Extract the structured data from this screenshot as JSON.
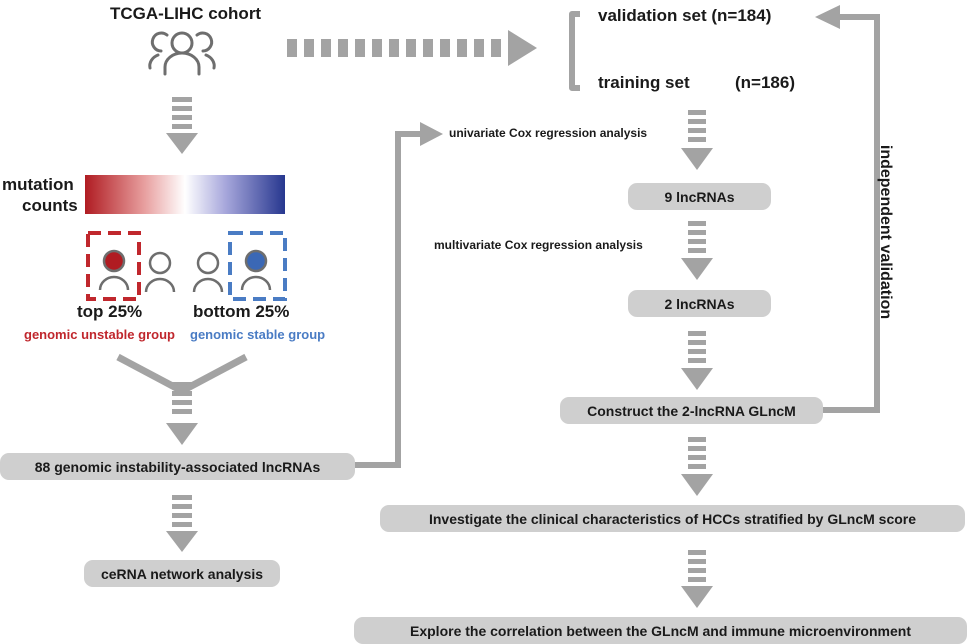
{
  "cohort": {
    "title": "TCGA-LIHC cohort",
    "icon": "people-group-icon"
  },
  "sets": {
    "validation": "validation set (n=184)",
    "training_label": "training set",
    "training_n": "(n=186)"
  },
  "mutation": {
    "label_line1": "mutation",
    "label_line2": "counts",
    "gradient_colors": [
      "#b01c22",
      "#e8a0a0",
      "#ffffff",
      "#a8a8dc",
      "#27378f"
    ]
  },
  "groups": {
    "top_label": "top 25%",
    "bottom_label": "bottom 25%",
    "unstable": "genomic unstable group",
    "stable": "genomic stable group",
    "unstable_color": "#c0272d",
    "stable_color": "#4a7cc4"
  },
  "steps": {
    "univariate": "univariate Cox regression analysis",
    "nine": "9 lncRNAs",
    "multivariate": "multivariate Cox regression analysis",
    "two": "2 lncRNAs",
    "construct": "Construct the 2-lncRNA GLncM",
    "eighty_eight": "88 genomic instability-associated lncRNAs",
    "cerna": "ceRNA network analysis",
    "investigate": "Investigate the clinical characteristics of HCCs stratified by GLncM score",
    "explore": "Explore the correlation between the GLncM and immune microenvironment",
    "independent": "independent validation"
  },
  "colors": {
    "arrow": "#a3a3a3",
    "pill": "#cfcfcf",
    "icon_stroke": "#6e6e6e"
  }
}
